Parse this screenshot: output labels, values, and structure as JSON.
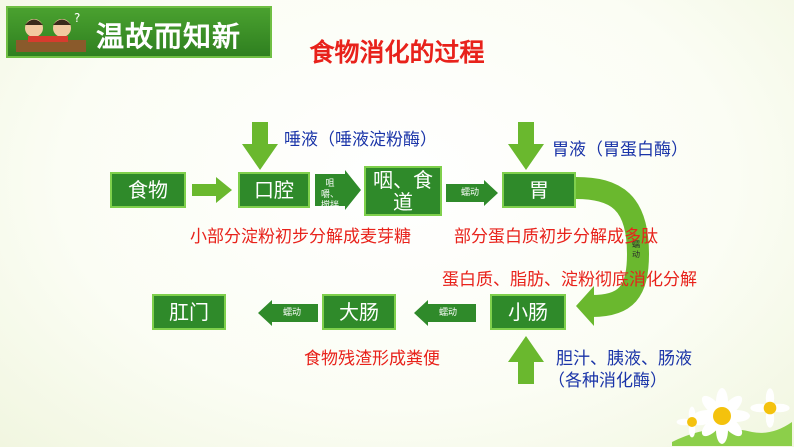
{
  "header": {
    "title": "温故而知新"
  },
  "page_title": "食物消化的过程",
  "nodes": {
    "food": "食物",
    "mouth": "口腔",
    "pharynx": "咽、食道",
    "stomach": "胃",
    "small_intestine": "小肠",
    "large_intestine": "大肠",
    "anus": "肛门"
  },
  "edge_labels": {
    "chew": "咀嚼、搅拌",
    "peristalsis1": "蠕动",
    "peristalsis2": "蠕动",
    "peristalsis3": "蠕动",
    "peristalsis4": "蠕动"
  },
  "inputs": {
    "saliva": "唾液（唾液淀粉酶）",
    "gastric": "胃液（胃蛋白酶）",
    "bile_line1": "胆汁、胰液、肠液",
    "bile_line2": "（各种消化酶）"
  },
  "notes": {
    "mouth_note": "小部分淀粉初步分解成麦芽糖",
    "stomach_note": "部分蛋白质初步分解成多肽",
    "small_intestine_note": "蛋白质、脂肪、淀粉彻底消化分解",
    "large_intestine_note": "食物残渣形成粪便"
  }
}
